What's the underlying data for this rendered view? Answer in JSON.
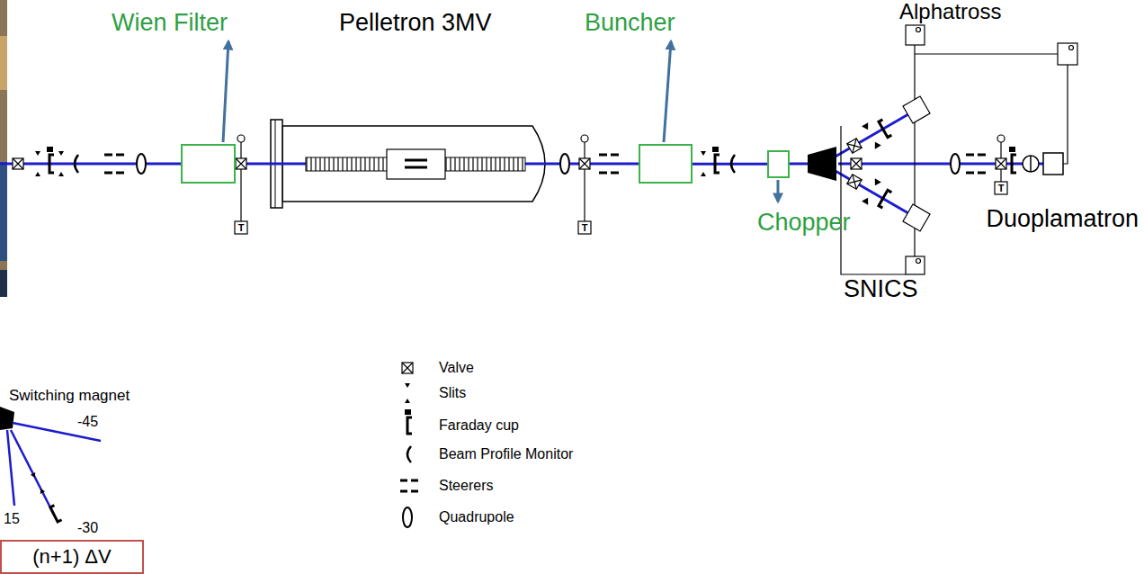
{
  "diagram": {
    "nodes": [
      {
        "text": [
          "Wien Filter"
        ]
      },
      {
        "text": [
          "Pelletron 3MV"
        ]
      },
      {
        "text": [
          "Buncher"
        ]
      },
      {
        "text": [
          "Chopper"
        ]
      },
      {
        "text": [
          "(n+1) ΔV"
        ]
      }
    ],
    "edges": [
      {
        "from": 0,
        "to": 1,
        "arrow": "none"
      },
      {
        "from": 1,
        "to": 2,
        "arrow": "none"
      },
      {
        "from": 2,
        "to": 3,
        "arrow": "none"
      }
    ],
    "labels": [
      "Alphatross",
      "Duoplamatron",
      "SNICS",
      "Switching magnet",
      "-45",
      "15",
      "-30",
      "T",
      "T",
      "T"
    ],
    "legend": [
      {
        "text": "Valve"
      },
      {
        "text": "Slits"
      },
      {
        "text": "Faraday cup"
      },
      {
        "text": "Beam Profile Monitor"
      },
      {
        "text": "Steerers"
      },
      {
        "text": "Quadrupole"
      }
    ]
  }
}
